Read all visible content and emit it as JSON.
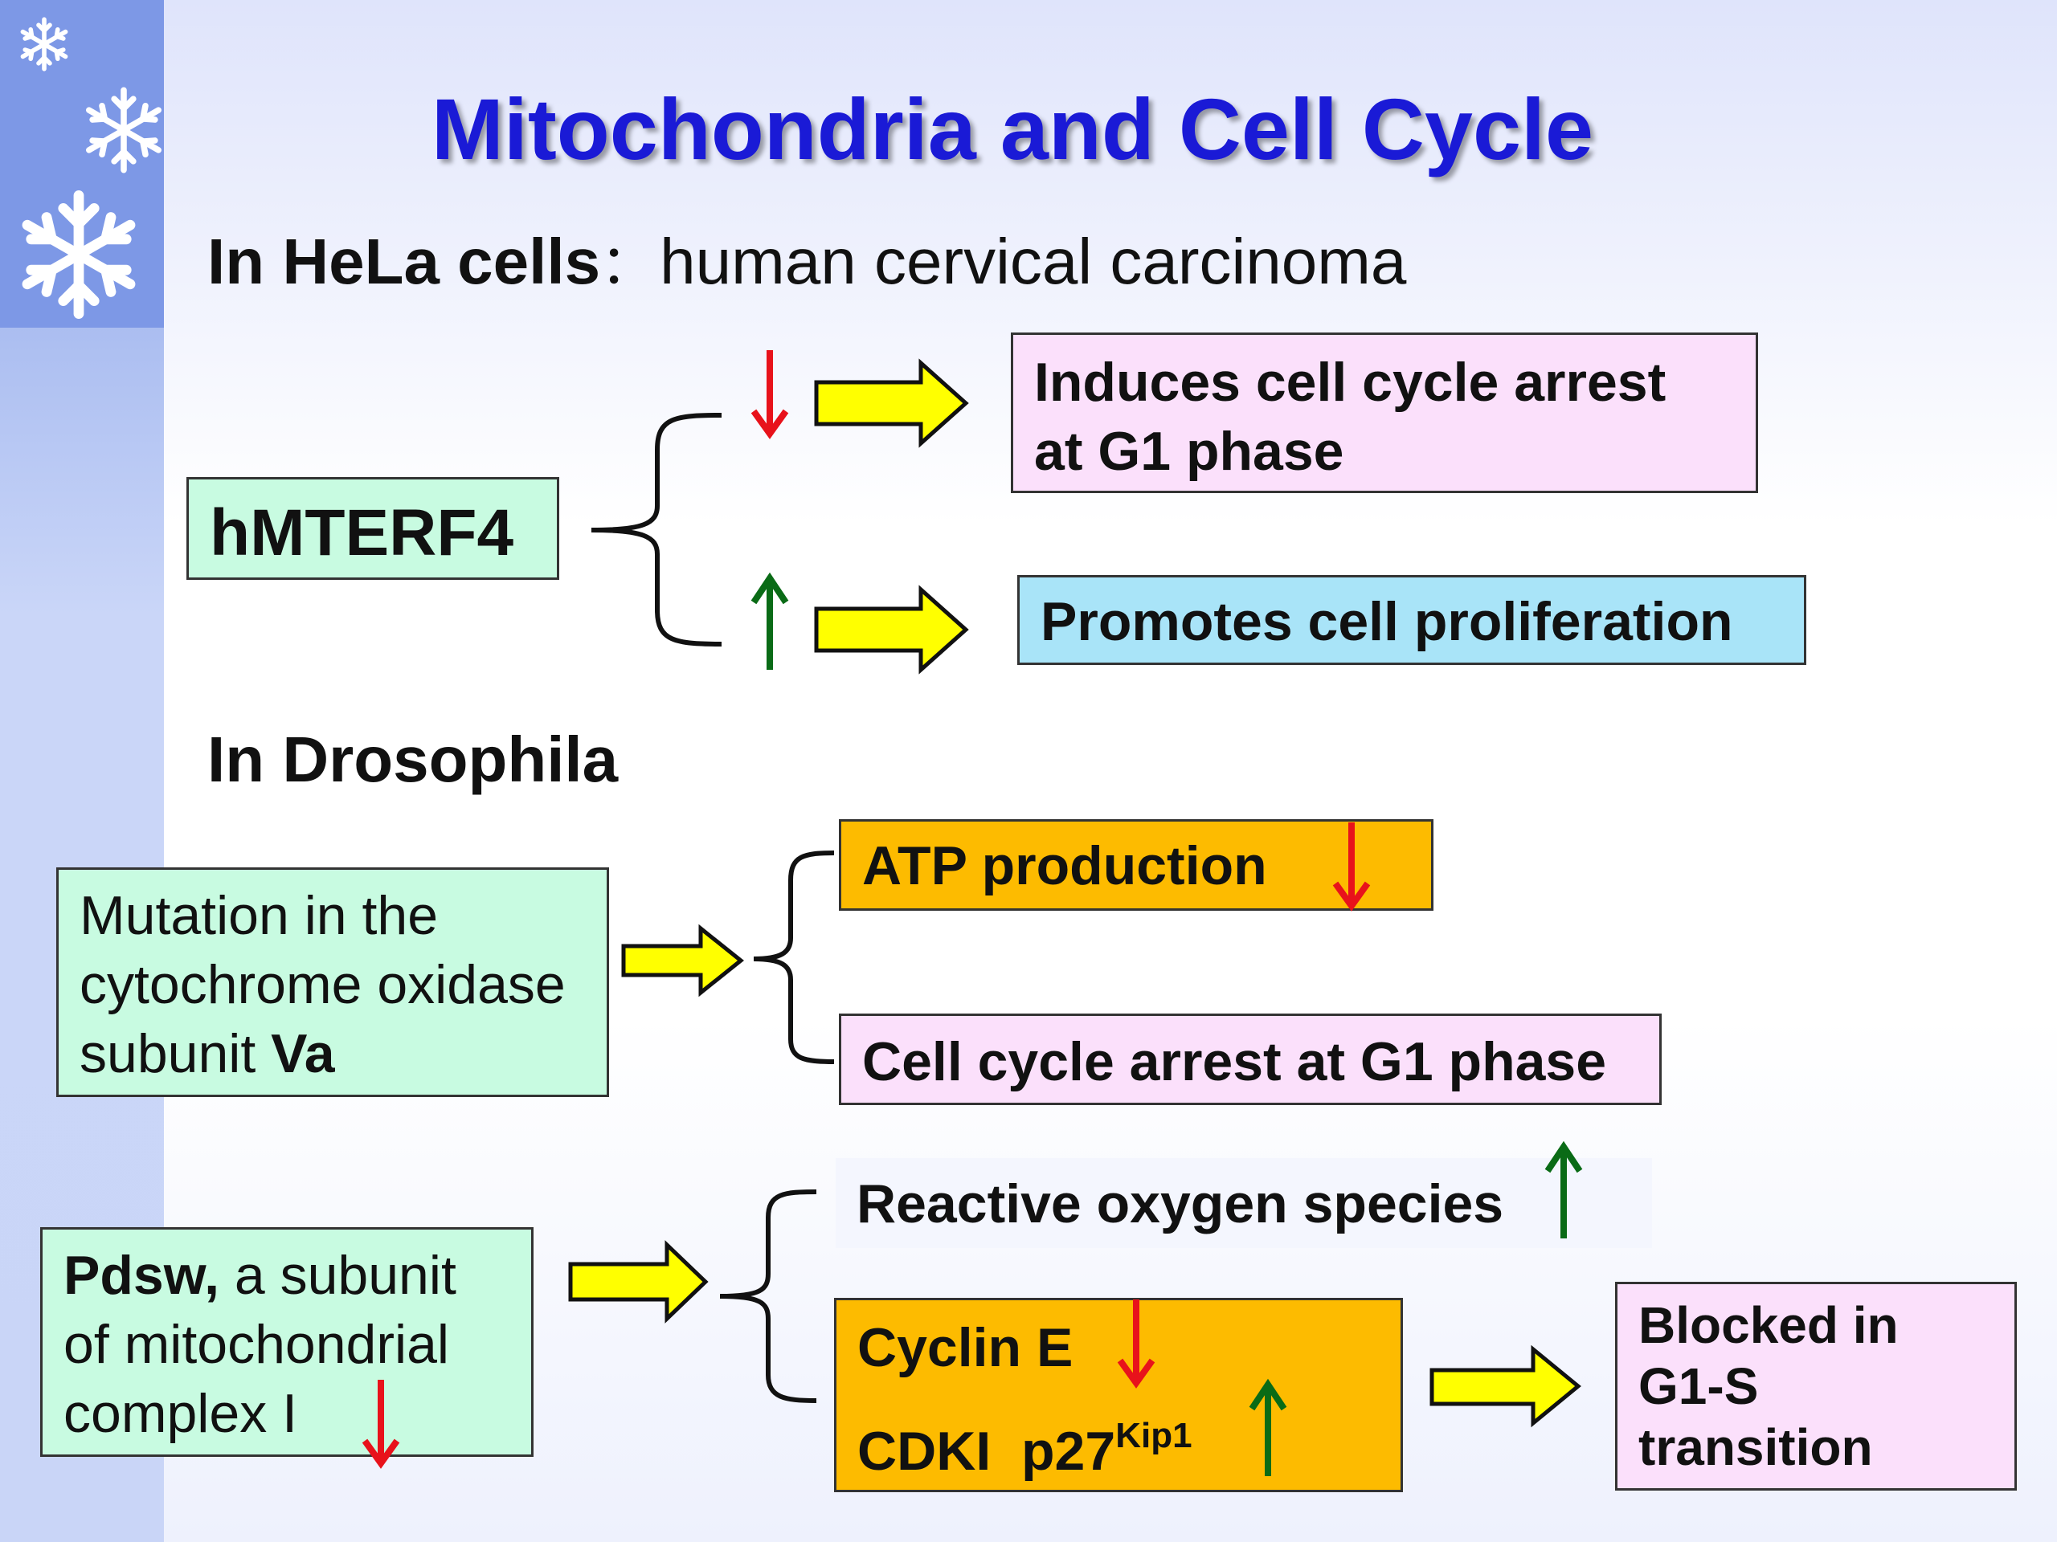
{
  "slide": {
    "title": "Mitochondria and Cell Cycle",
    "hela": {
      "heading": "In HeLa cells",
      "sep": "：",
      "desc": "human cervical carcinoma"
    },
    "gene": "hMTERF4",
    "arrest": {
      "line1": "Induces cell cycle arrest",
      "line2": "at G1 phase"
    },
    "proliferation": "Promotes cell proliferation",
    "drosophila": {
      "heading": "In Drosophila"
    },
    "mutation": {
      "line1": "Mutation in the",
      "line2": "cytochrome oxidase",
      "line3": "subunit ",
      "line3_bold": "Va"
    },
    "atp": "ATP production",
    "g1_arrest": "Cell cycle arrest at G1 phase",
    "pdsw": {
      "bold": "Pdsw,",
      "rest1": " a subunit",
      "line2": "of mitochondrial",
      "line3": "complex I"
    },
    "ros": "Reactive oxygen species",
    "cyclin": "Cyclin E",
    "cdki": "CDKI  p27",
    "cdki_sup": "Kip1",
    "blocked": {
      "line1": "Blocked in",
      "line2": "G1-S",
      "line3": "transition"
    }
  },
  "colors": {
    "title": "#1a1ad6",
    "down_arrow": "#e8121b",
    "up_arrow": "#0a6b16",
    "flow_arrow_fill": "#ffff00",
    "mint_box": "#c8fbe1",
    "pink_box": "#fbe0fb",
    "cyan_box": "#a9e4f8",
    "orange_box": "#fdbb00"
  },
  "icons": [
    "snowflake-icon",
    "down-arrow-icon",
    "up-arrow-icon",
    "right-block-arrow-icon",
    "brace-icon"
  ]
}
